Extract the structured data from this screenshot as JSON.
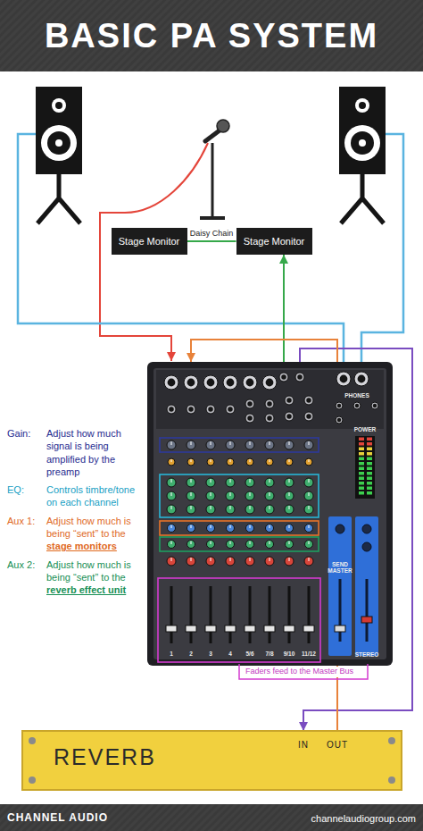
{
  "diagram": {
    "title": "BASIC PA SYSTEM",
    "nodes": [
      {
        "text": [
          "Stage Monitor"
        ]
      },
      {
        "text": [
          "Stage Monitor"
        ]
      },
      {
        "text": [
          "1",
          "2",
          "3",
          "4",
          "5/6",
          "7/8",
          "9/10",
          "11/12",
          "PHONES",
          "POWER",
          "SEND MASTER",
          "STEREO"
        ]
      },
      {
        "text": [
          "REVERB"
        ]
      },
      {
        "text": [
          "IN"
        ],
        "in": 3
      },
      {
        "text": [
          "OUT"
        ],
        "in": 3
      }
    ],
    "edges": [
      {
        "from": 0,
        "to": 1,
        "label": "Daisy Chain",
        "arrow": "none"
      },
      {
        "from": 2,
        "to": 1,
        "arrow": "to"
      },
      {
        "from": 2,
        "to": 4,
        "arrow": "to"
      },
      {
        "from": 5,
        "to": 2,
        "arrow": "to"
      }
    ],
    "labels": [
      "Gain:",
      "Adjust how much signal is being amplified by the preamp",
      "EQ:",
      "Controls timbre/tone on each channel",
      "Aux 1:",
      "Adjust how much is being “sent” to the",
      "stage monitors",
      "Aux 2:",
      "Adjust how much is being “sent” to the",
      "reverb effect unit",
      "Faders feed to the Master Bus",
      "CHANNEL AUDIO",
      "channelaudiogroup.com"
    ]
  }
}
